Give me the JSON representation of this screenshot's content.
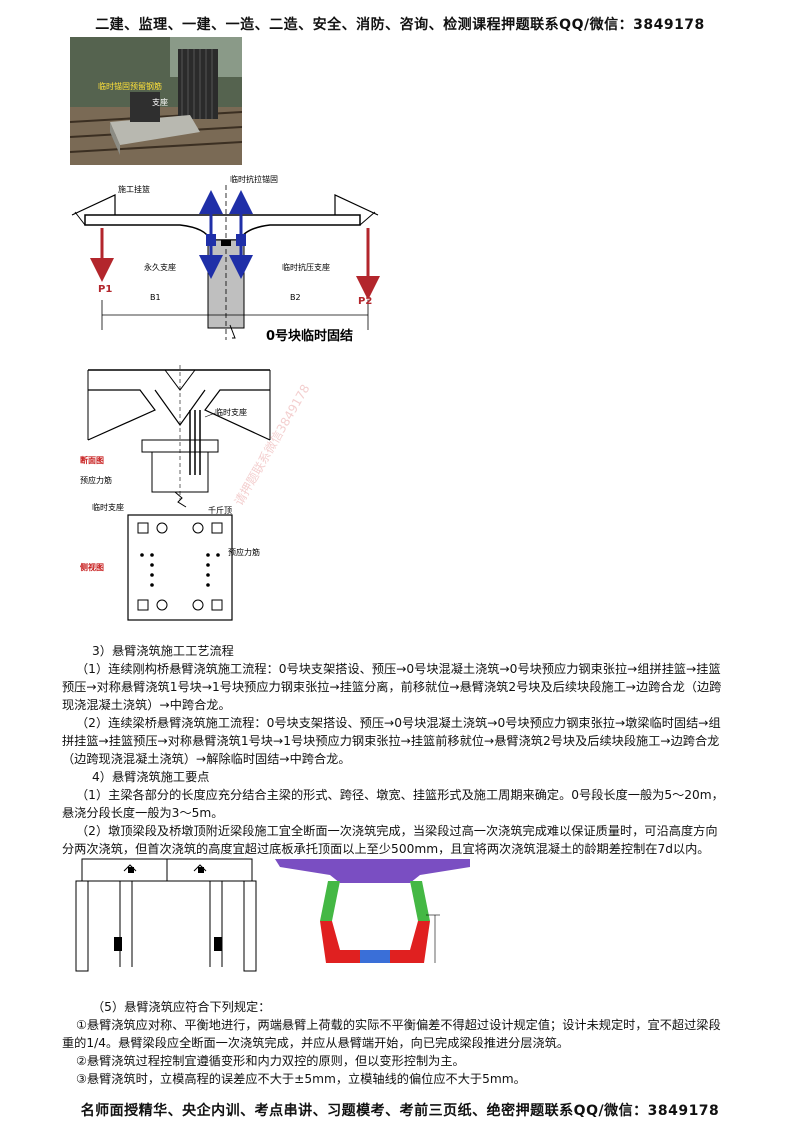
{
  "header": {
    "text": "二建、监理、一建、一造、二造、安全、消防、咨询、检测课程押题联系QQ/微信：3849178"
  },
  "footer": {
    "text": "名师面授精华、央企内训、考点串讲、习题模考、考前三页纸、绝密押题联系QQ/微信：3849178"
  },
  "photo": {
    "label_left": "临时锚固预留钢筋",
    "label_support": "支座"
  },
  "fig1": {
    "hanging_basket": "施工挂篮",
    "anchor": "临时抗拉锚固",
    "perm_support": "永久支座",
    "temp_support": "临时抗压支座",
    "p1": "P1",
    "p2": "P2",
    "b1": "B1",
    "b2": "B2",
    "caption": "0号块临时固结"
  },
  "fig2": {
    "temp_support": "临时支座",
    "section": "断面图",
    "prestress1": "预应力筋",
    "temp_support2": "临时支座",
    "jack": "千斤顶",
    "side_view": "侧视图",
    "prestress2": "预应力筋"
  },
  "watermark": {
    "text": "请押题联系微信3849178"
  },
  "body": {
    "s3_title": "3）悬臂浇筑施工工艺流程",
    "p1_l1": "（1）连续刚构桥悬臂浇筑施工流程：0号块支架搭设、预压→0号块混凝土浇筑→0号块预应力钢束张拉→组拼挂篮→挂篮",
    "p1_l2": "预压→对称悬臂浇筑1号块→1号块预应力钢束张拉→挂篮分离，前移就位→悬臂浇筑2号块及后续块段施工→边跨合龙（边跨",
    "p1_l3": "现浇混凝土浇筑）→中跨合龙。",
    "p2_l1": "（2）连续梁桥悬臂浇筑施工流程：0号块支架搭设、预压→0号块混凝土浇筑→0号块预应力钢束张拉→墩梁临时固结→组",
    "p2_l2": "拼挂篮→挂篮预压→对称悬臂浇筑1号块→1号块预应力钢束张拉→挂篮前移就位→悬臂浇筑2号块及后续块段施工→边跨合龙",
    "p2_l3": "（边跨现浇混凝土浇筑）→解除临时固结→中跨合龙。",
    "s4_title": "4）悬臂浇筑施工要点",
    "p3_l1": "（1）主梁各部分的长度应充分结合主梁的形式、跨径、墩宽、挂篮形式及施工周期来确定。0号段长度一般为5～20m，",
    "p3_l2": "悬浇分段长度一般为3～5m。",
    "p4_l1": "（2）墩顶梁段及桥墩顶附近梁段施工宜全断面一次浇筑完成，当梁段过高一次浇筑完成难以保证质量时，可沿高度方向",
    "p4_l2": "分两次浇筑，但首次浇筑的高度宜超过底板承托顶面以上至少500mm，且宜将两次浇筑混凝土的龄期差控制在7d以内。",
    "s5_title": "（5）悬臂浇筑应符合下列规定：",
    "r1_l1": "①悬臂浇筑应对称、平衡地进行，两端悬臂上荷载的实际不平衡偏差不得超过设计规定值；设计未规定时，宜不超过梁段",
    "r1_l2": "重的1/4。悬臂梁段应全断面一次浇筑完成，并应从悬臂端开始，向已完成梁段推进分层浇筑。",
    "r2": "②悬臂浇筑过程控制宜遵循变形和内力双控的原则，但以变形控制为主。",
    "r3": "③悬臂浇筑时，立模高程的误差应不大于±5mm，立模轴线的偏位应不大于5mm。"
  },
  "colors": {
    "arrow_red": "#b3262c",
    "arrow_blue": "#1f2fa8",
    "section_red": "#e02020",
    "section_green": "#44b844",
    "section_purple": "#7a4ec2",
    "section_blue": "#3a6fd8"
  }
}
